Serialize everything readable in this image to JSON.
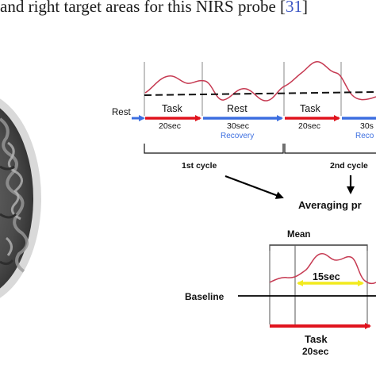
{
  "caption": {
    "text": "and right target areas for this NIRS probe [",
    "ref": "31",
    "close": "]"
  },
  "timeline": {
    "rest_label": "Rest",
    "phases": [
      {
        "label": "Task",
        "duration": "20sec",
        "sub": ""
      },
      {
        "label": "Rest",
        "duration": "30sec",
        "sub": "Recovery"
      },
      {
        "label": "Task",
        "duration": "20sec",
        "sub": ""
      },
      {
        "label": "",
        "duration": "30s",
        "sub": "Reco"
      }
    ],
    "cycles": [
      "1st cycle",
      "2nd cycle"
    ],
    "averaging_label": "Averaging pr"
  },
  "averaged": {
    "mean_label": "Mean",
    "window_label": "15sec",
    "baseline_label": "Baseline",
    "task_label": "Task",
    "task_duration": "20sec"
  },
  "colors": {
    "task_arrow": "#e0141e",
    "rest_arrow": "#3d6fe0",
    "signal": "#c63a52",
    "window": "#f2ea1e",
    "recovery_text": "#3d6fe0"
  }
}
